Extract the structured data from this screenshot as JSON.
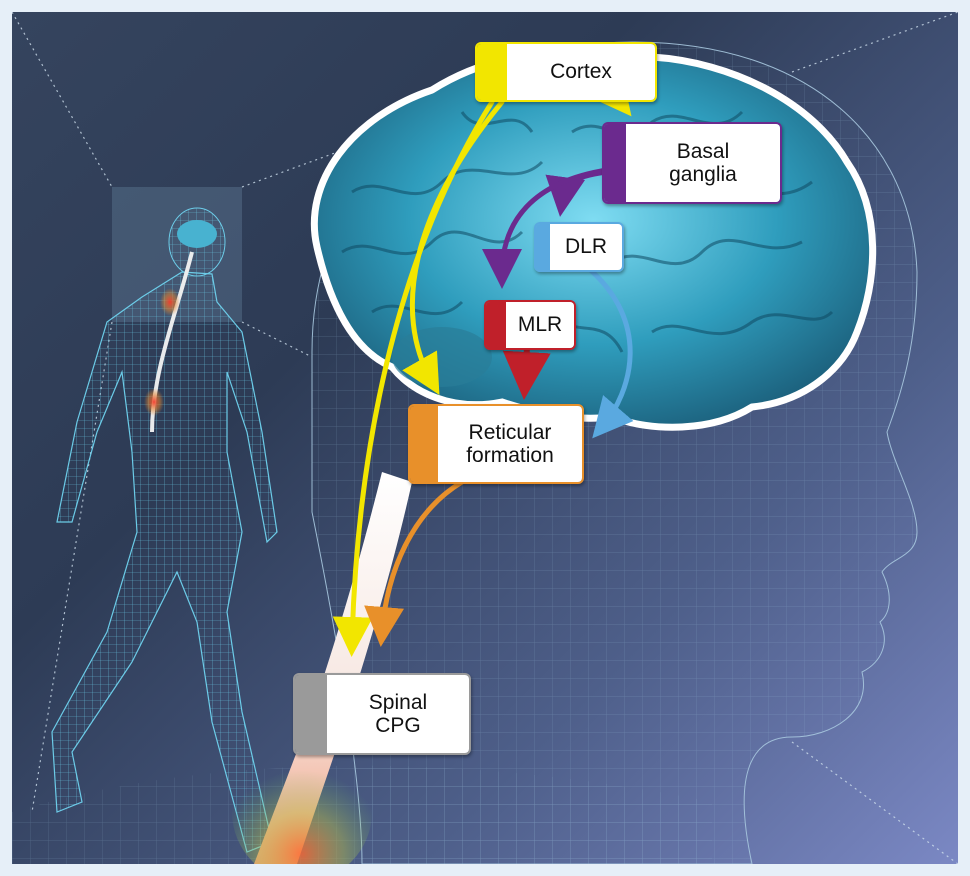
{
  "labels": {
    "cortex": "Cortex",
    "basal_ganglia": "Basal\nganglia",
    "dlr": "DLR",
    "mlr": "MLR",
    "reticular_formation": "Reticular\nformation",
    "spinal_cpg": "Spinal\nCPG"
  },
  "colors": {
    "cortex": "#f2e600",
    "basal_ganglia": "#6b2a8e",
    "dlr": "#5aa9e0",
    "mlr": "#c0202a",
    "reticular_formation": "#e8902a",
    "spinal_cpg": "#9a9a9a",
    "brain": "#3aa6c6"
  },
  "icons": {
    "brain": "brain-illustration",
    "head": "wireframe-head",
    "body": "wireframe-walking-human"
  }
}
